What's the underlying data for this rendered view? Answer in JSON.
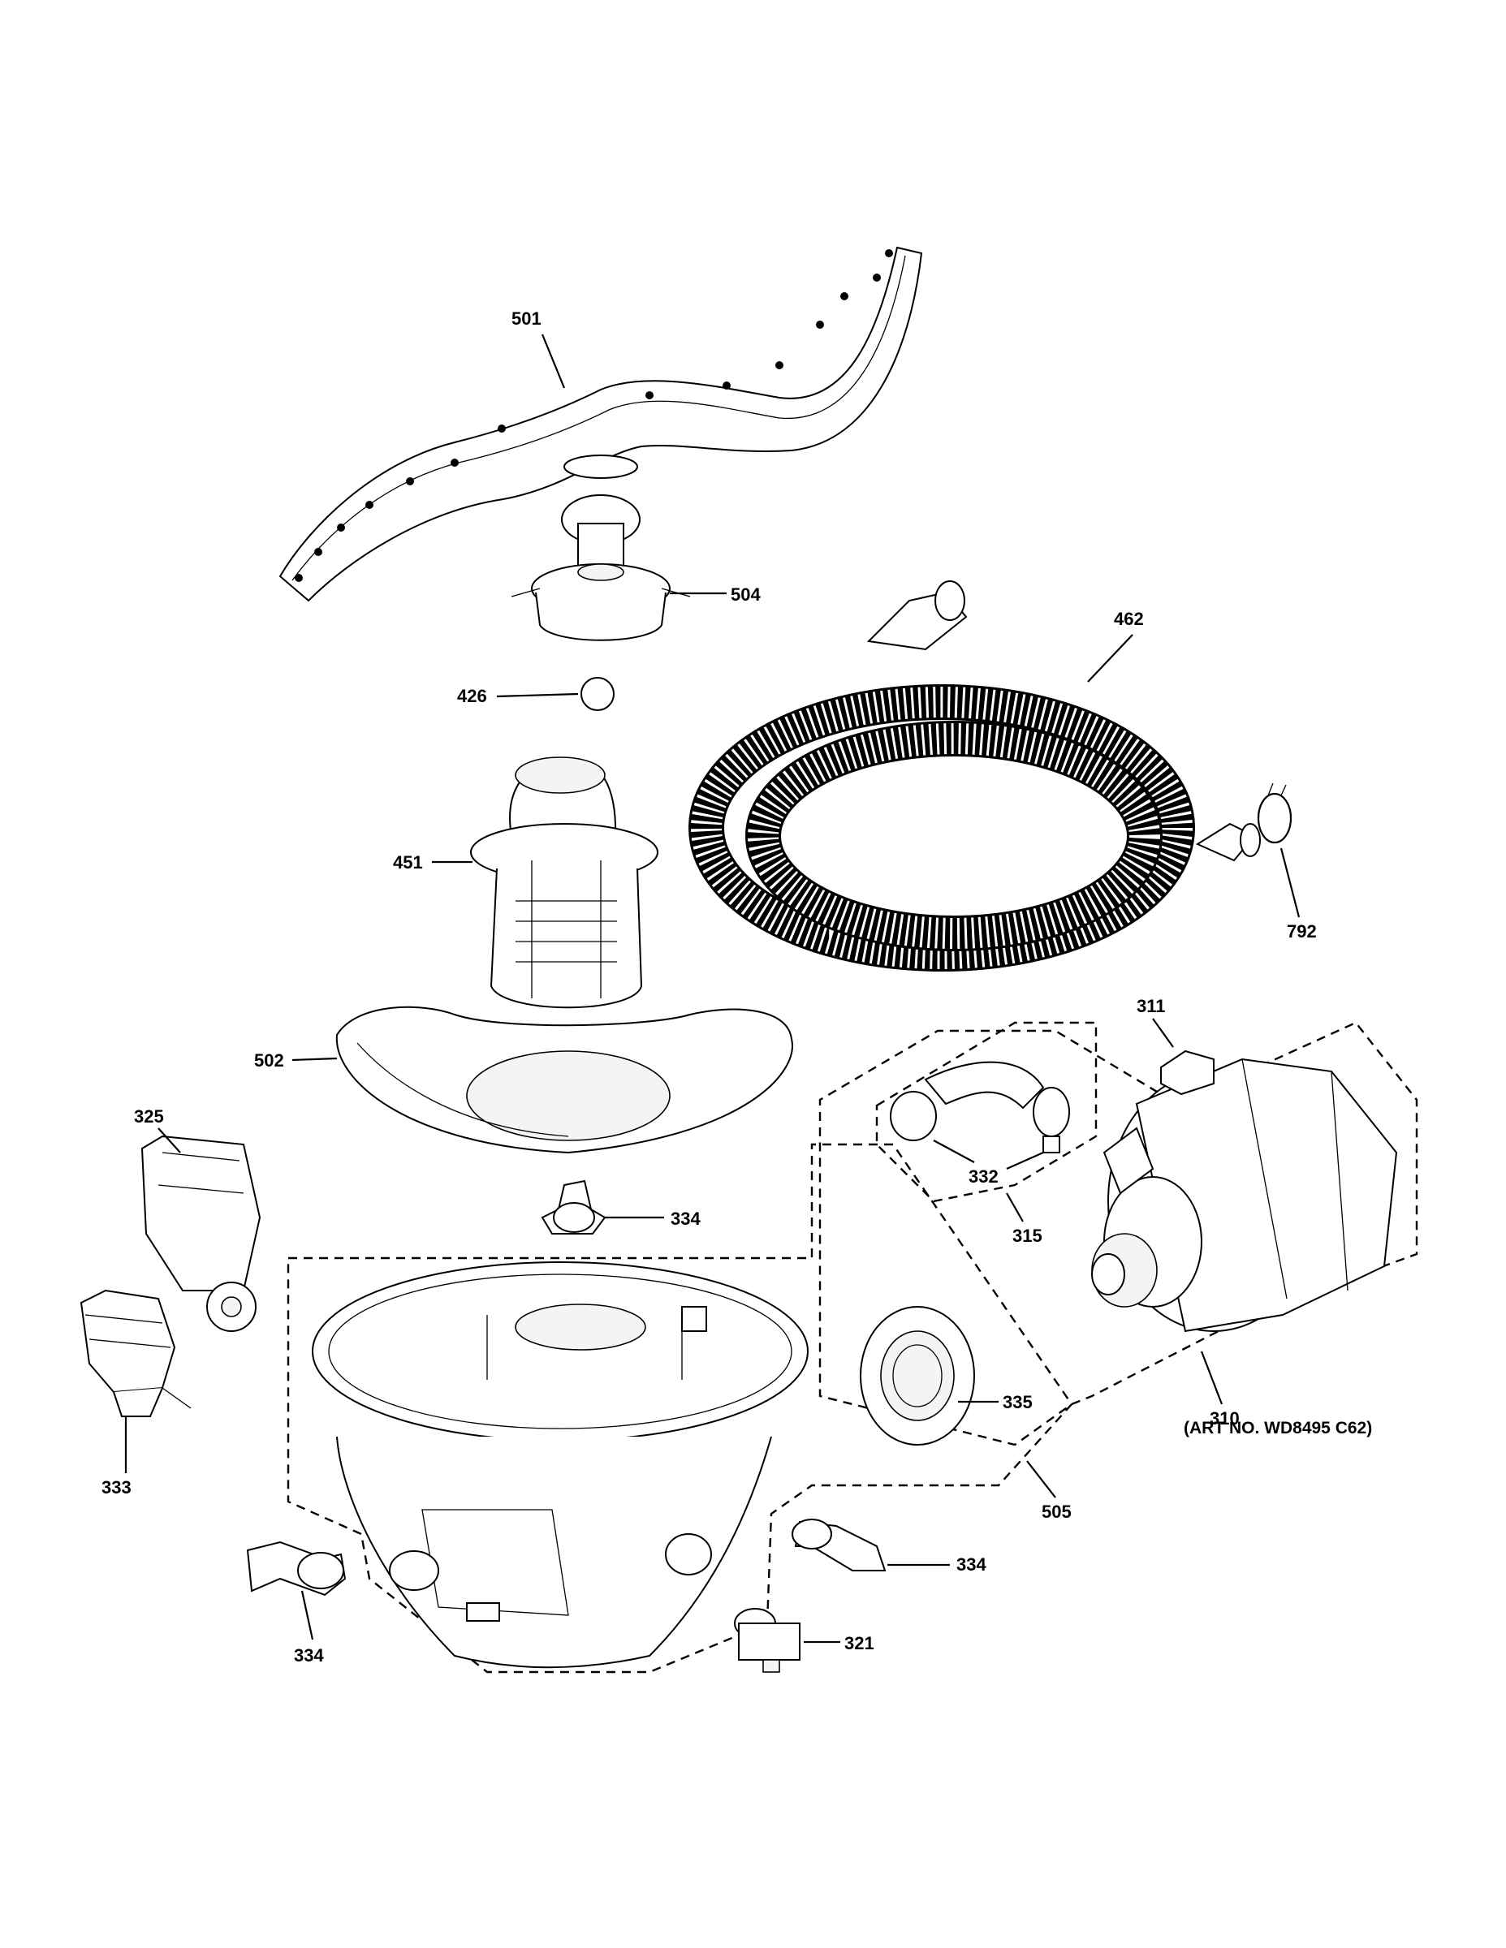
{
  "labels": {
    "501": "501",
    "504": "504",
    "426": "426",
    "462": "462",
    "451": "451",
    "792": "792",
    "502": "502",
    "311": "311",
    "325": "325",
    "332": "332",
    "315": "315",
    "334a": "334",
    "334b": "334",
    "334c": "334",
    "333": "333",
    "335": "335",
    "310": "310",
    "505": "505",
    "321": "321"
  },
  "art_number": "(ART NO. WD8495 C62)"
}
